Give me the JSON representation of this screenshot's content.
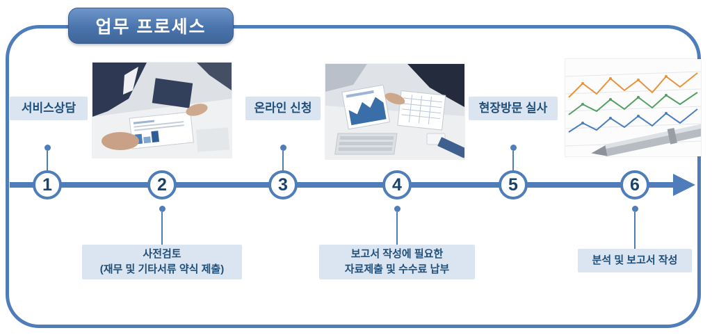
{
  "title": "업무 프로세스",
  "steps": [
    {
      "number": "1",
      "label": "서비스상담",
      "position": "above"
    },
    {
      "number": "2",
      "label_line1": "사전검토",
      "label_line2": "(재무 및 기타서류 약식 제출)",
      "position": "below"
    },
    {
      "number": "3",
      "label": "온라인 신청",
      "position": "above"
    },
    {
      "number": "4",
      "label_line1": "보고서 작성에 필요한",
      "label_line2": "자료제출 및 수수료 납부",
      "position": "below"
    },
    {
      "number": "5",
      "label": "현장방문 실사",
      "position": "above"
    },
    {
      "number": "6",
      "label": "분석 및 보고서 작성",
      "position": "below"
    }
  ],
  "photos": [
    {
      "step": "2",
      "name": "business-consultation-photo"
    },
    {
      "step": "4",
      "name": "report-data-review-photo"
    },
    {
      "step": "6",
      "name": "chart-analysis-pen-photo"
    }
  ],
  "colors": {
    "accent_blue": "#4f7dba",
    "label_background": "#dbe5f1",
    "label_text": "#1f4e79",
    "title_background": "#4a74ad",
    "title_text": "#ffffff"
  }
}
